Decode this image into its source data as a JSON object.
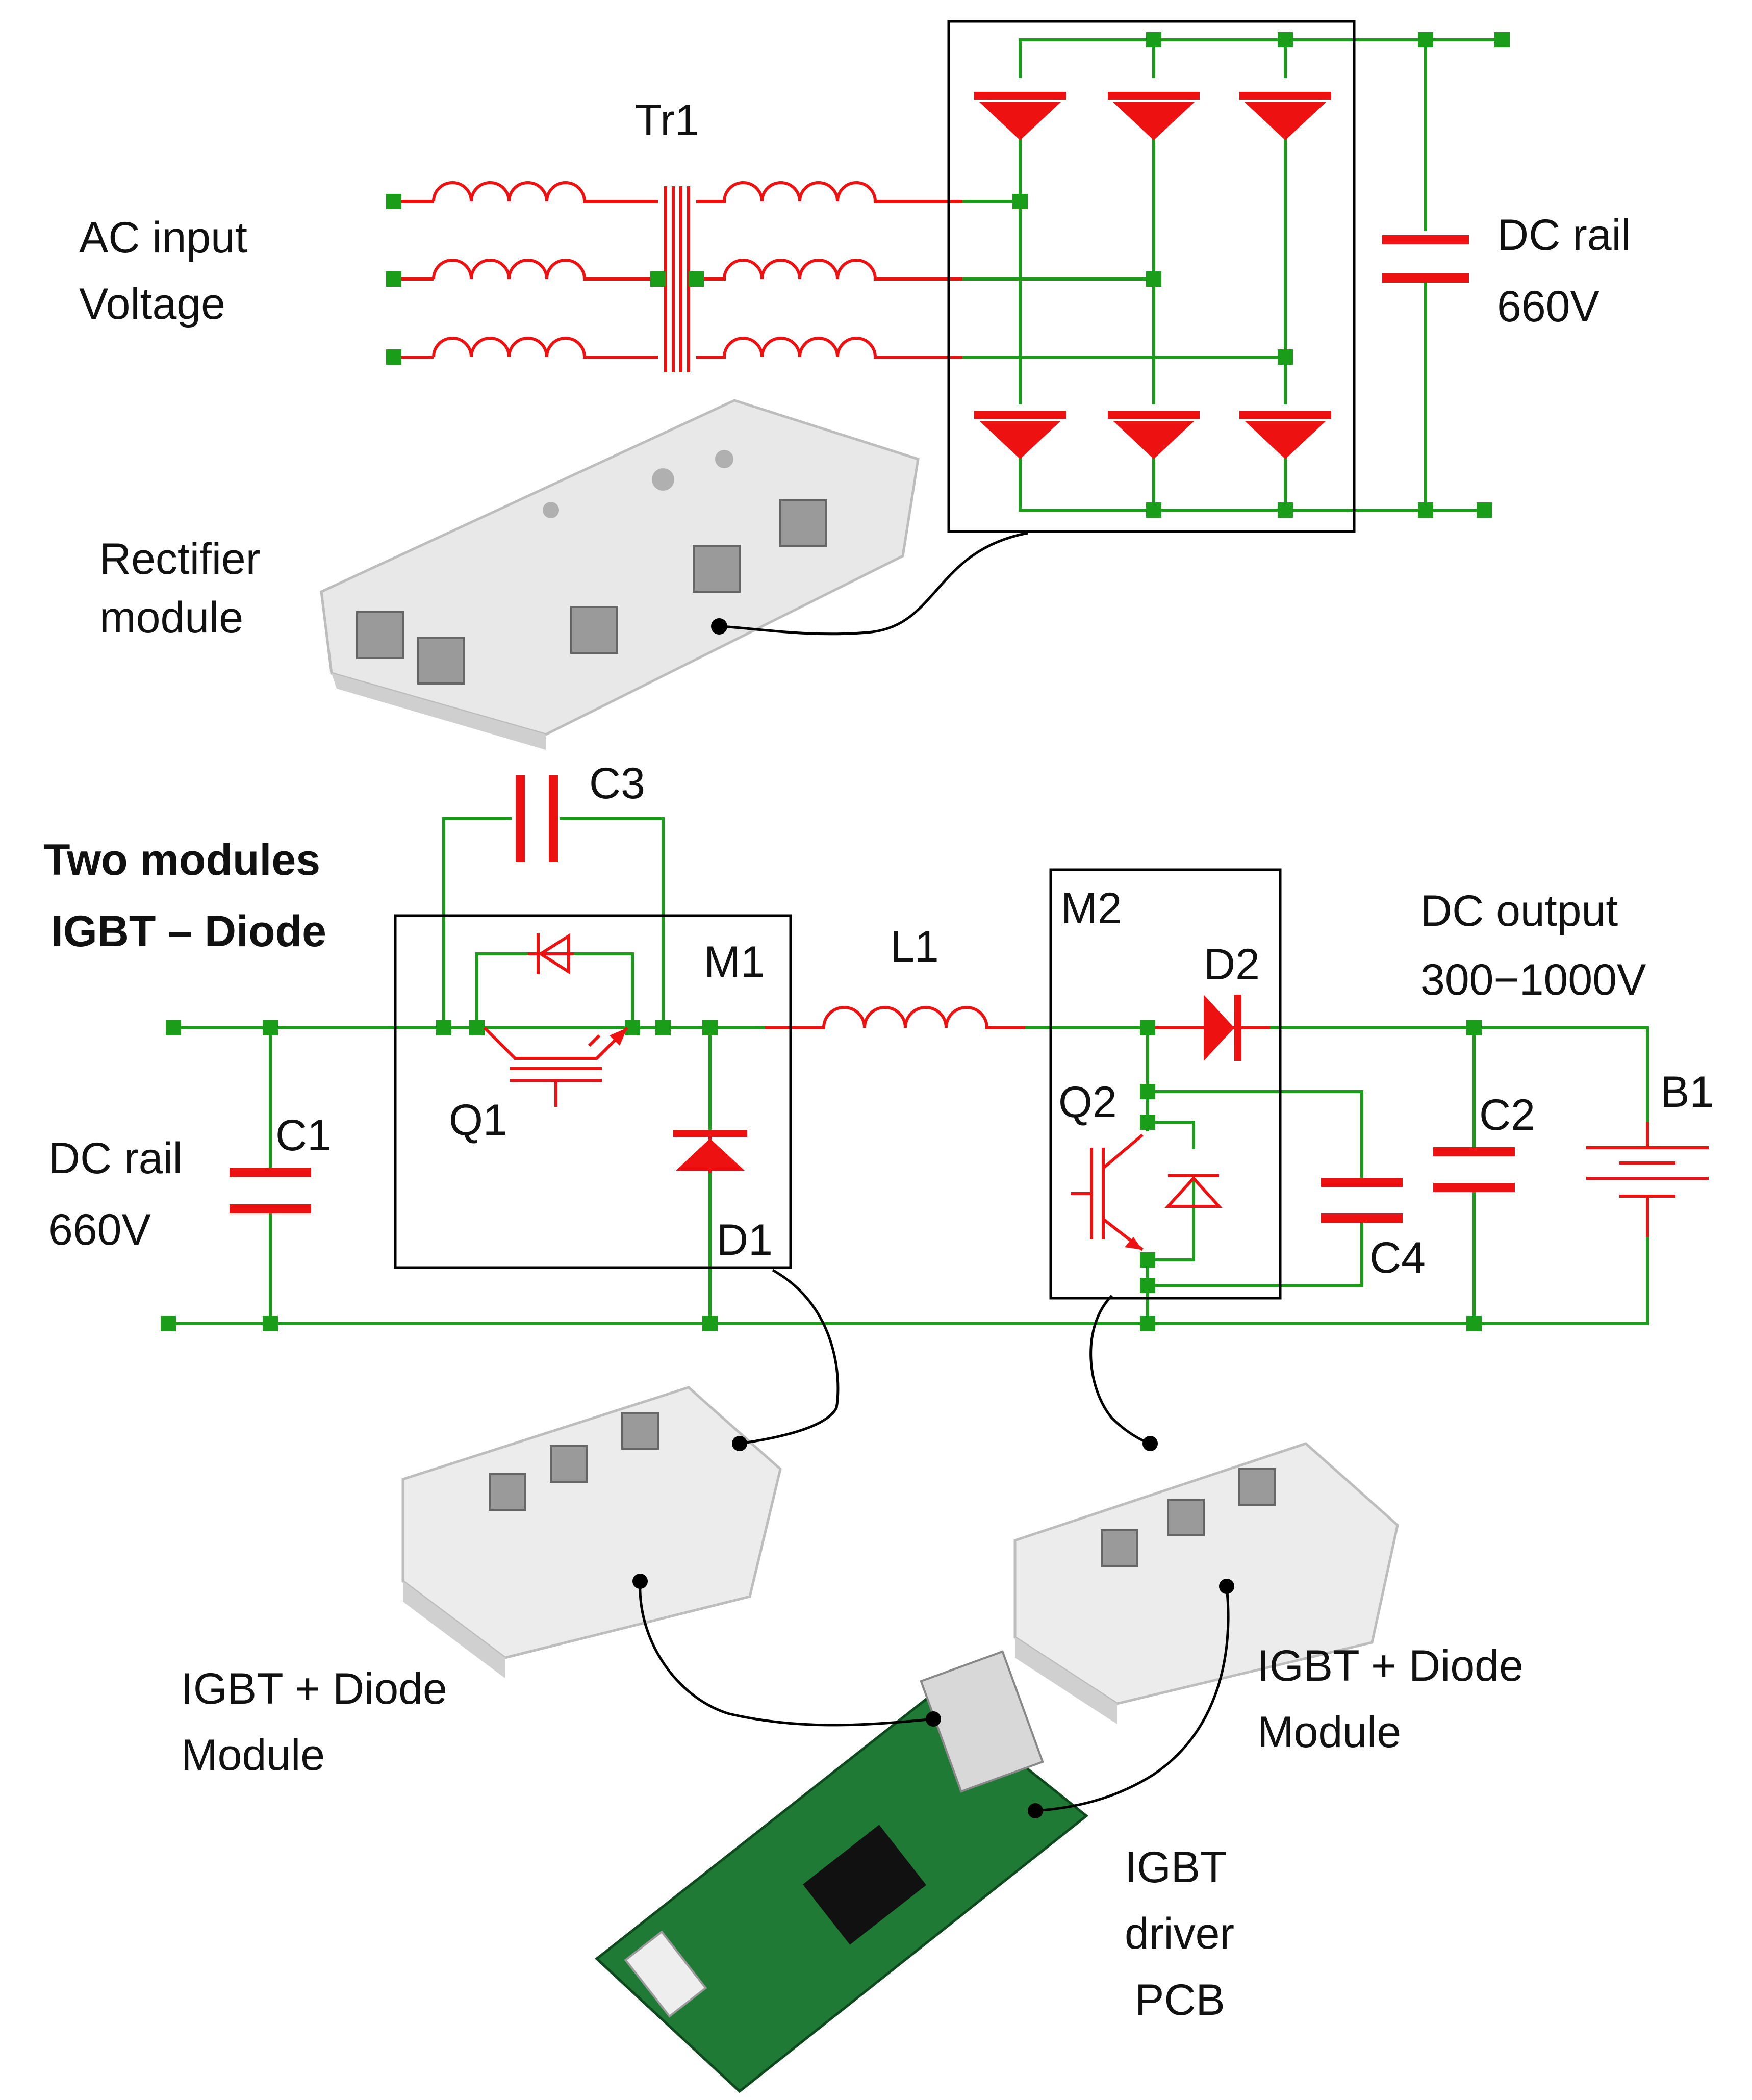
{
  "labels": {
    "tr1": "Tr1",
    "ac_input_line1": "AC input",
    "ac_input_line2": "Voltage",
    "dc_rail_top_line1": "DC rail",
    "dc_rail_top_line2": "660V",
    "rectifier_line1": "Rectifier",
    "rectifier_line2": "module",
    "c3": "C3",
    "two_modules_line1": "Two modules",
    "two_modules_line2": "IGBT – Diode",
    "m1": "M1",
    "l1": "L1",
    "m2": "M2",
    "dc_output_line1": "DC output",
    "dc_output_line2": "300−1000V",
    "d2": "D2",
    "q1": "Q1",
    "q2": "Q2",
    "c2": "C2",
    "b1": "B1",
    "c1": "C1",
    "dc_rail_bottom_line1": "DC rail",
    "dc_rail_bottom_line2": "660V",
    "d1": "D1",
    "c4": "C4",
    "igbt_module_left_line1": "IGBT + Diode",
    "igbt_module_left_line2": "Module",
    "igbt_module_right_line1": "IGBT + Diode",
    "igbt_module_right_line2": "Module",
    "driver_line1": "IGBT",
    "driver_line2": "driver",
    "driver_line3": "PCB"
  },
  "colors": {
    "wire": "#1a9e1a",
    "component": "#ee1111",
    "box": "#000000",
    "module_body": "#eeeeee",
    "pcb": "#1f7a35"
  },
  "icons": [
    "rectifier-module-photo",
    "igbt-module-photo",
    "igbt-driver-pcb-photo"
  ]
}
